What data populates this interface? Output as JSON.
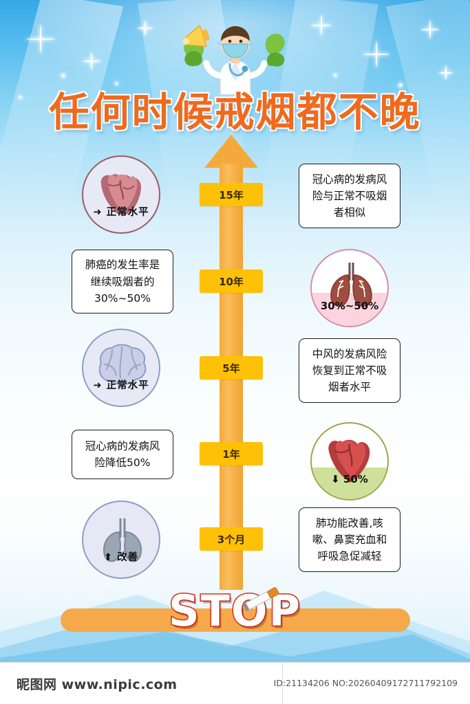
{
  "poster": {
    "title": "任何时候戒烟都不晚",
    "title_color": "#ef6a1e",
    "accent_color": "#f5a93a",
    "chip_color": "#ffc107",
    "stop_label": "STOP"
  },
  "timeline": {
    "chips": [
      {
        "label": "15年"
      },
      {
        "label": "10年"
      },
      {
        "label": "5年"
      },
      {
        "label": "1年"
      },
      {
        "label": "3个月"
      }
    ]
  },
  "left_items": [
    {
      "type": "circle",
      "icon": "heart-icon",
      "caption": "➜ 正常水平"
    },
    {
      "type": "text",
      "text": "肺癌的发生率是继续吸烟者的30%~50%"
    },
    {
      "type": "circle",
      "icon": "brain-icon",
      "caption": "➜ 正常水平"
    },
    {
      "type": "text",
      "text": "冠心病的发病风险降低50%"
    },
    {
      "type": "circle",
      "icon": "lungs-icon",
      "caption": "⬆ 改善"
    }
  ],
  "right_items": [
    {
      "type": "text",
      "text": "冠心病的发病风险与正常不吸烟者相似"
    },
    {
      "type": "circle",
      "icon": "lungs-icon",
      "caption": "30%~50%"
    },
    {
      "type": "text",
      "text": "中风的发病风险恢复到正常不吸烟者水平"
    },
    {
      "type": "circle",
      "icon": "heart-icon",
      "caption": "⬇ 50%"
    },
    {
      "type": "text",
      "text": "肺功能改善,咳嗽、鼻窦充血和呼吸急促减轻"
    }
  ],
  "footer": {
    "brand": "昵图网 www.nipic.com",
    "meta": "ID:21134206 NO:20260409172711792109"
  }
}
